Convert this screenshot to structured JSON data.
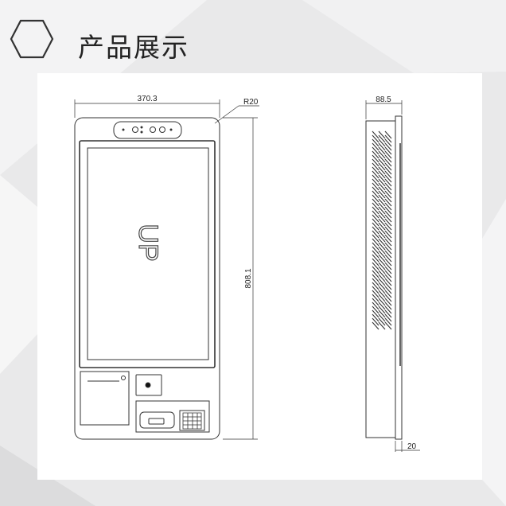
{
  "header": {
    "title": "产品展示",
    "icon": "hexagon-icon"
  },
  "drawing": {
    "front_view": {
      "width_label": "370.3",
      "radius_label": "R20",
      "height_label": "808.1",
      "logo_text": "UP"
    },
    "side_view": {
      "depth_label": "88.5",
      "plate_label": "20"
    }
  },
  "colors": {
    "background": "#e9e9ea",
    "panel": "#ffffff",
    "line": "#333333"
  }
}
